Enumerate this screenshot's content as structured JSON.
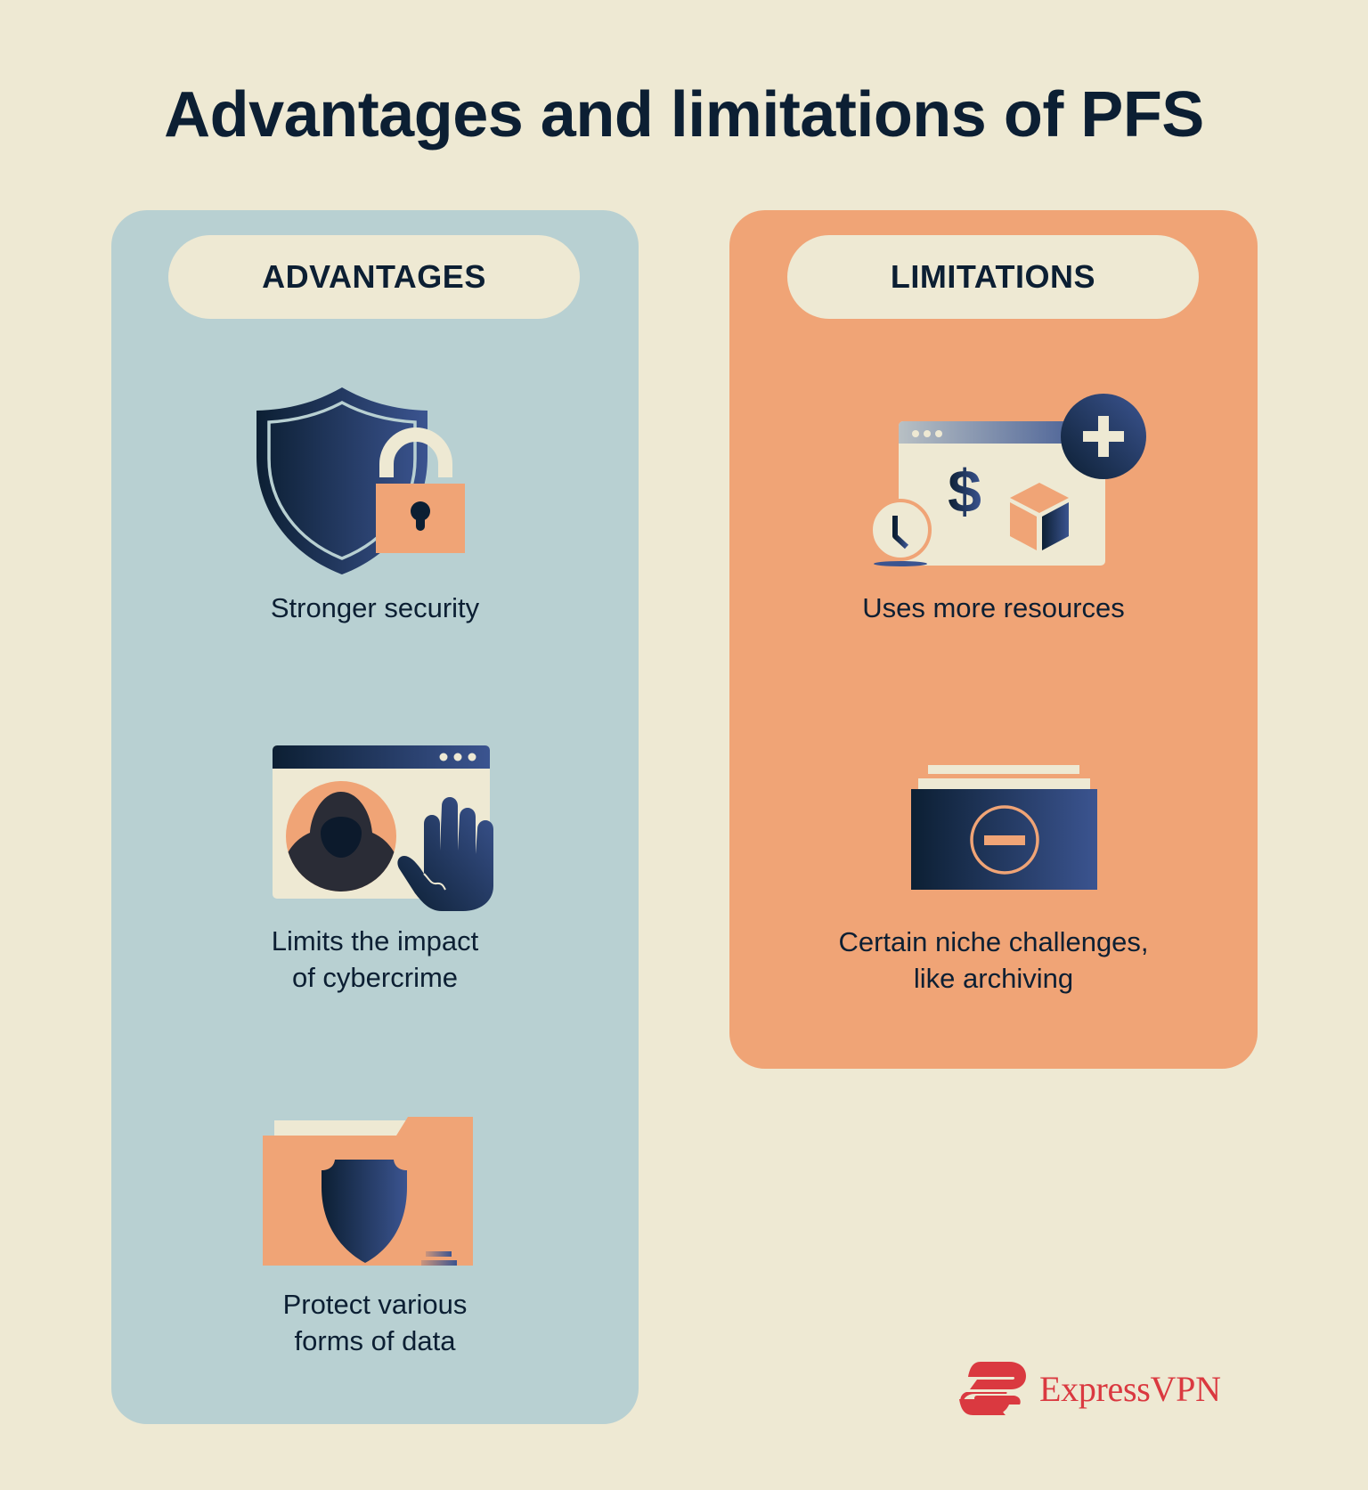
{
  "title": "Advantages and limitations of PFS",
  "colors": {
    "background": "#EEE9D3",
    "advantages_card": "#B8D0D2",
    "limitations_card": "#F0A476",
    "navy_dark": "#0C1F33",
    "navy_light": "#3B5490",
    "brand_red": "#DA3940"
  },
  "advantages": {
    "heading": "ADVANTAGES",
    "items": [
      {
        "icon": "shield-lock-icon",
        "lines": [
          "Stronger security"
        ]
      },
      {
        "icon": "hacker-blocked-icon",
        "lines": [
          "Limits the impact",
          "of cybercrime"
        ]
      },
      {
        "icon": "folder-shield-icon",
        "lines": [
          "Protect various",
          "forms of data"
        ]
      }
    ]
  },
  "limitations": {
    "heading": "LIMITATIONS",
    "items": [
      {
        "icon": "resources-window-icon",
        "lines": [
          "Uses more resources"
        ]
      },
      {
        "icon": "archive-minus-icon",
        "lines": [
          "Certain niche challenges,",
          "like archiving"
        ]
      }
    ]
  },
  "brand": {
    "name": "ExpressVPN"
  }
}
